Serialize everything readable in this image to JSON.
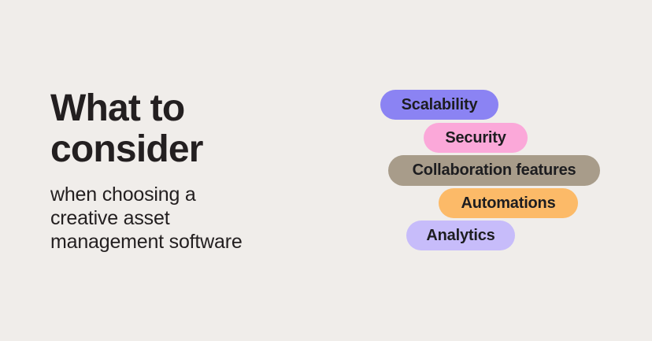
{
  "title": {
    "line1": "What to",
    "line2": "consider"
  },
  "subtitle": {
    "line1": "when choosing a",
    "line2": "creative asset",
    "line3": "management software"
  },
  "pills": [
    {
      "label": "Scalability",
      "color": "#8b83f3"
    },
    {
      "label": "Security",
      "color": "#fba8d9"
    },
    {
      "label": "Collaboration features",
      "color": "#a89c8a"
    },
    {
      "label": "Automations",
      "color": "#fcba68"
    },
    {
      "label": "Analytics",
      "color": "#c7bcfa"
    }
  ],
  "colors": {
    "background": "#f0edea",
    "heading_text": "#231f20",
    "pill_text": "#1d1d20"
  }
}
